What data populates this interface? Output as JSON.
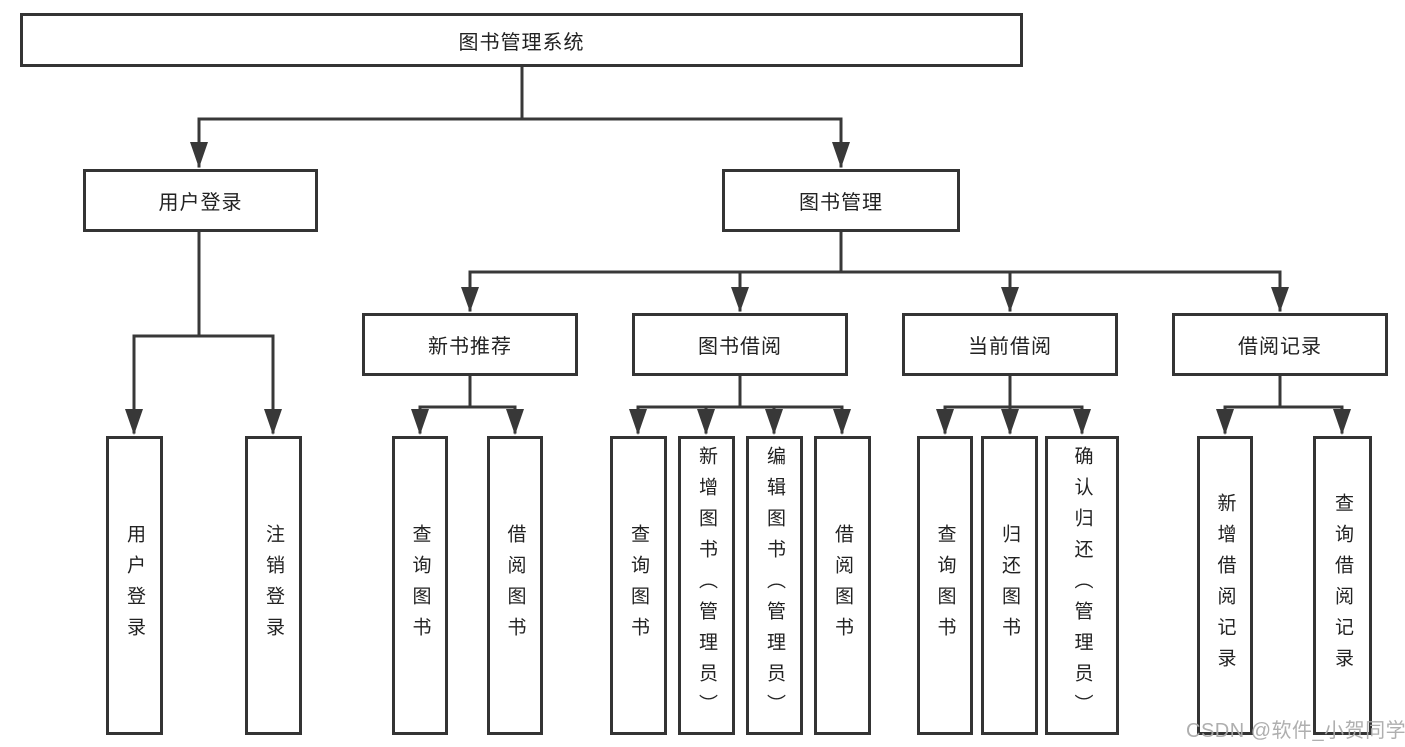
{
  "tree": {
    "label": "图书管理系统",
    "children": [
      {
        "label": "用户登录",
        "children": [
          {
            "label": "用户登录"
          },
          {
            "label": "注销登录"
          }
        ]
      },
      {
        "label": "图书管理",
        "children": [
          {
            "label": "新书推荐",
            "children": [
              {
                "label": "查询图书"
              },
              {
                "label": "借阅图书"
              }
            ]
          },
          {
            "label": "图书借阅",
            "children": [
              {
                "label": "查询图书"
              },
              {
                "label": "新增图书（管理员）"
              },
              {
                "label": "编辑图书（管理员）"
              },
              {
                "label": "借阅图书"
              }
            ]
          },
          {
            "label": "当前借阅",
            "children": [
              {
                "label": "查询图书"
              },
              {
                "label": "归还图书"
              },
              {
                "label": "确认归还（管理员）"
              }
            ]
          },
          {
            "label": "借阅记录",
            "children": [
              {
                "label": "新增借阅记录"
              },
              {
                "label": "查询借阅记录"
              }
            ]
          }
        ]
      }
    ]
  },
  "watermark": {
    "text": "CSDN @软件_小贺同学",
    "color": "#ababab"
  },
  "colors": {
    "line": "#383838",
    "box_border": "#343434",
    "box_background": "#ffffff",
    "text": "#222222"
  }
}
